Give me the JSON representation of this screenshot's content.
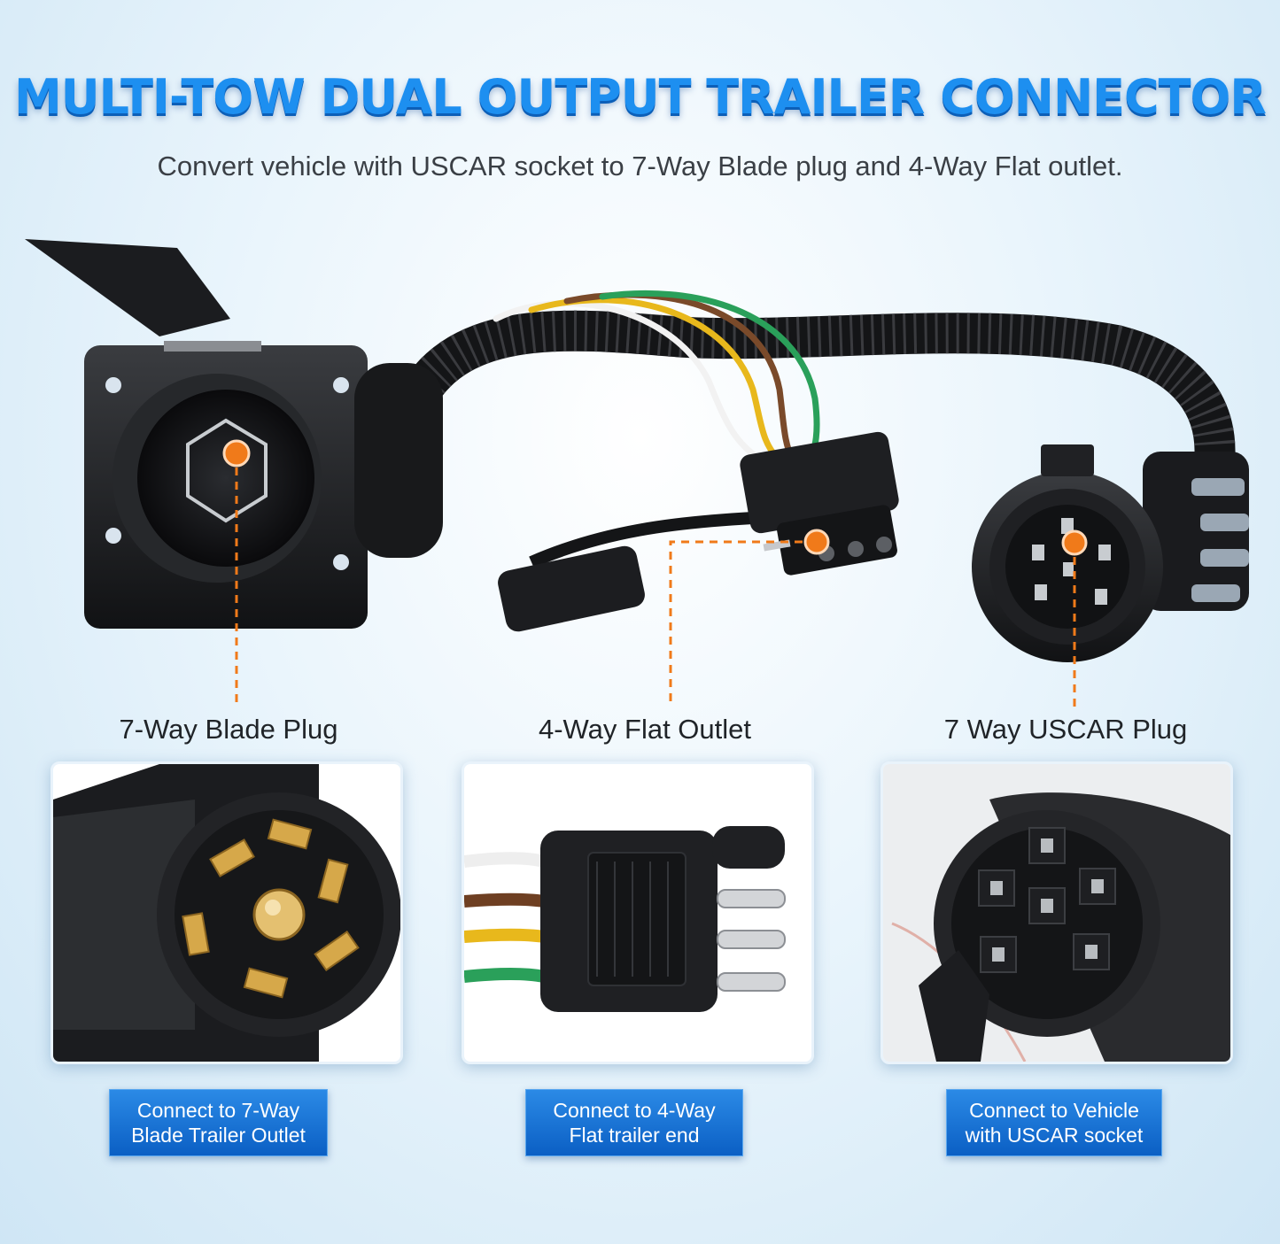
{
  "title": "MULTI-TOW DUAL OUTPUT TRAILER CONNECTOR",
  "subtitle": "Convert vehicle with USCAR socket to 7-Way Blade plug and 4-Way Flat outlet.",
  "labels": {
    "blade": "7-Way Blade Plug",
    "flat": "4-Way Flat Outlet",
    "uscar": "7 Way USCAR Plug"
  },
  "buttons": {
    "blade": [
      "Connect to 7-Way",
      "Blade Trailer Outlet"
    ],
    "flat": [
      "Connect to 4-Way",
      "Flat trailer end"
    ],
    "uscar": [
      "Connect to Vehicle",
      "with USCAR socket"
    ]
  },
  "colors": {
    "title_blue": "#1d8ff0",
    "callout_orange": "#f07a1a",
    "button_blue": "#0b5fc4",
    "wire_white": "#f2f2f2",
    "wire_brown": "#7a4a2a",
    "wire_yellow": "#e8b81c",
    "wire_green": "#2aa05a"
  }
}
